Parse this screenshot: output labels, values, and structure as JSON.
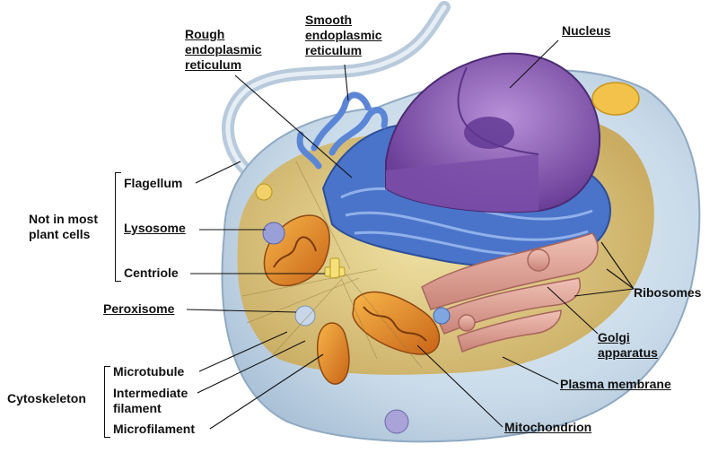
{
  "labels": {
    "rough_er": [
      "Rough",
      "endoplasmic",
      "reticulum"
    ],
    "smooth_er": [
      "Smooth",
      "endoplasmic",
      "reticulum"
    ],
    "nucleus": "Nucleus",
    "flagellum": "Flagellum",
    "lysosome": "Lysosome",
    "centriole": "Centriole",
    "not_in_most_plant_cells": [
      "Not in most",
      "plant cells"
    ],
    "peroxisome": "Peroxisome",
    "microtubule": "Microtubule",
    "intermediate_filament": [
      "Intermediate",
      "filament"
    ],
    "microfilament": "Microfilament",
    "cytoskeleton": "Cytoskeleton",
    "ribosomes": "Ribosomes",
    "golgi": [
      "Golgi",
      "apparatus"
    ],
    "plasma_membrane": "Plasma membrane",
    "mitochondrion": "Mitochondrion"
  },
  "colors": {
    "cytoplasm": "#d9c27a",
    "membrane": "#b9cfe0",
    "er": "#4a74c9",
    "nucleus": "#8a5bb0",
    "mitochondria": "#e08a2a",
    "golgi": "#d99a90",
    "lysosome": "#9a9fd8"
  }
}
